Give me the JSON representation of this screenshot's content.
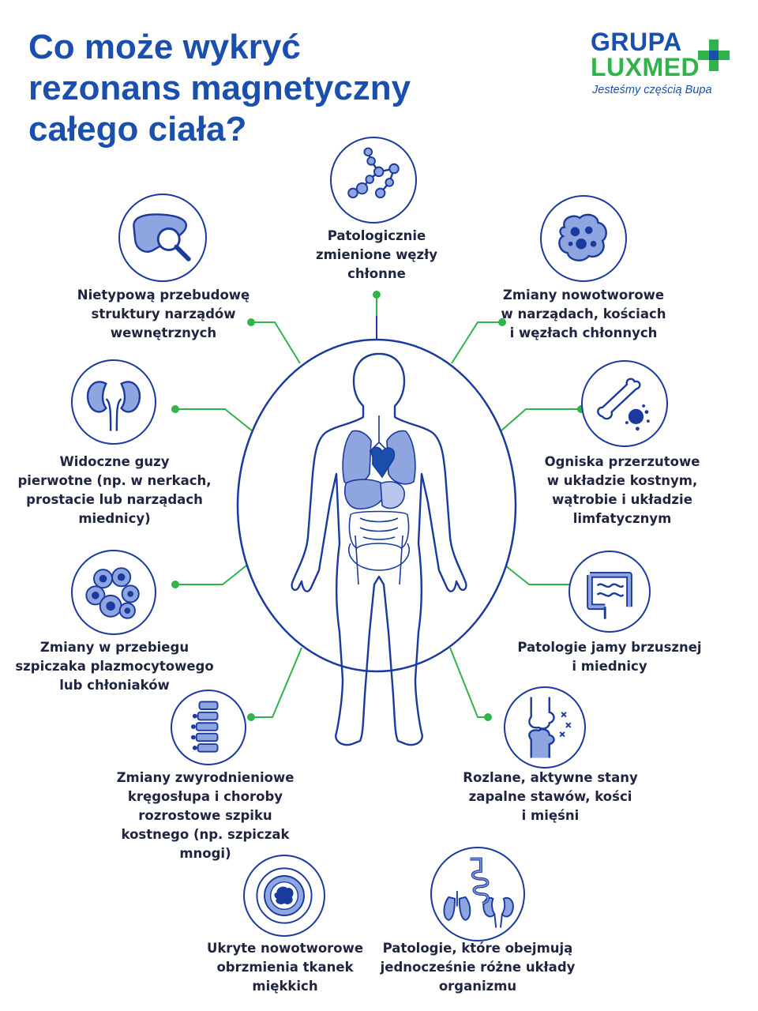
{
  "title_lines": [
    "Co może wykryć",
    "rezonans magnetyczny",
    "całego ciała?"
  ],
  "logo": {
    "line1": "GRUPA",
    "line2": "LUXMED",
    "tagline": "Jesteśmy częścią Bupa"
  },
  "colors": {
    "primary_blue": "#1a4fae",
    "line_blue": "#1a3a9e",
    "accent_green": "#2fb34a",
    "fill_light": "#8ea5e0"
  },
  "items": [
    {
      "icon": "lymph-nodes-icon",
      "lines": [
        "Patologicznie",
        "zmienione węzły",
        "chłonne"
      ]
    },
    {
      "icon": "liver-magnifier-icon",
      "lines": [
        "Nietypową przebudowę",
        "struktury narządów",
        "wewnętrznych"
      ]
    },
    {
      "icon": "tumor-cells-icon",
      "lines": [
        "Zmiany nowotworowe",
        "w narządach, kościach",
        "i węzłach chłonnych"
      ]
    },
    {
      "icon": "kidneys-icon",
      "lines": [
        "Widoczne guzy",
        "pierwotne (np. w nerkach,",
        "prostacie lub narządach",
        "miednicy)"
      ]
    },
    {
      "icon": "bone-metastasis-icon",
      "lines": [
        "Ogniska przerzutowe",
        "w układzie kostnym,",
        "wątrobie i układzie",
        "limfatycznym"
      ]
    },
    {
      "icon": "cell-cluster-icon",
      "lines": [
        "Zmiany w przebiegu",
        "szpiczaka plazmocytowego",
        "lub chłoniaków"
      ]
    },
    {
      "icon": "intestine-icon",
      "lines": [
        "Patologie jamy brzusznej",
        "i miednicy"
      ]
    },
    {
      "icon": "spine-icon",
      "lines": [
        "Zmiany zwyrodnieniowe",
        "kręgosłupa i choroby",
        "rozrostowe szpiku",
        "kostnego (np. szpiczak",
        "mnogi)"
      ]
    },
    {
      "icon": "knee-joint-icon",
      "lines": [
        "Rozlane, aktywne stany",
        "zapalne stawów, kości",
        "i mięśni"
      ]
    },
    {
      "icon": "soft-tissue-tumor-icon",
      "lines": [
        "Ukryte nowotworowe",
        "obrzmienia tkanek",
        "miękkich"
      ]
    },
    {
      "icon": "organs-icon",
      "lines": [
        "Patologie, które obejmują",
        "jednocześnie różne układy",
        "organizmu"
      ]
    }
  ]
}
